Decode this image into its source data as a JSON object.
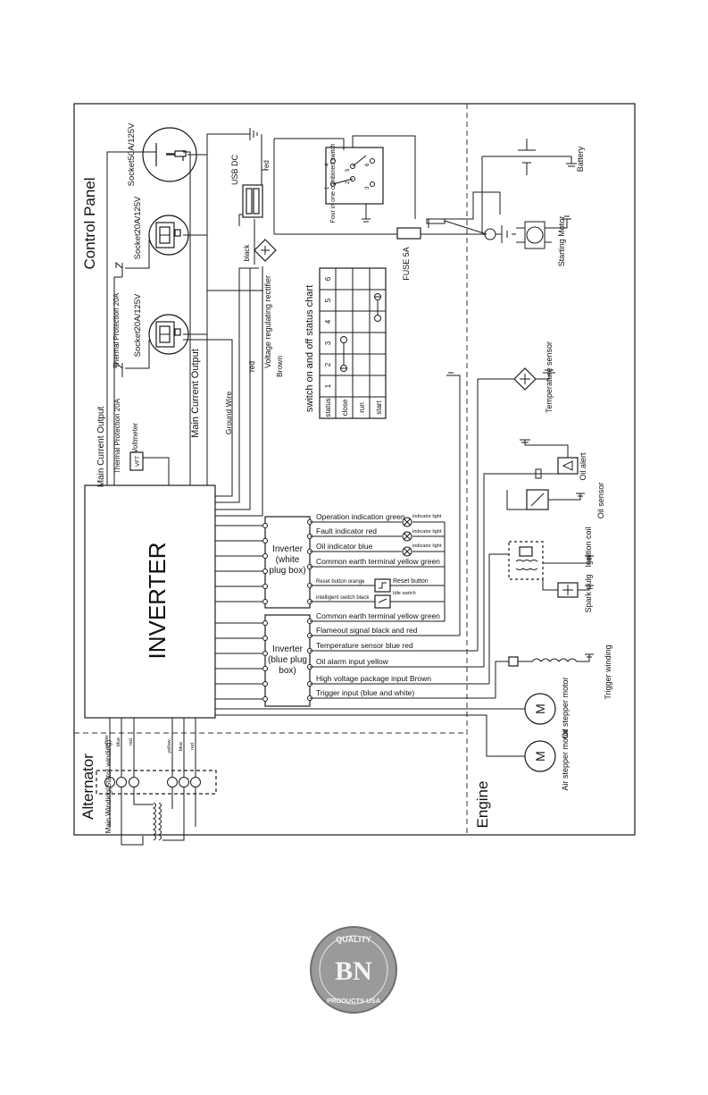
{
  "sections": {
    "control_panel": "Control Panel",
    "alternator": "Alternator",
    "engine": "Engine"
  },
  "inverter": {
    "title": "INVERTER",
    "white_box": [
      "Inverter",
      "(white",
      "plug box)"
    ],
    "blue_box": [
      "Inverter",
      "(blue plug",
      "box)"
    ]
  },
  "white_plug_signals": [
    "Operation indication green",
    "Fault indicator red",
    "Oil indicator blue",
    "Common earth terminal yellow green",
    "Reset button orange",
    "intelligent switch black"
  ],
  "blue_plug_signals": [
    "Common earth terminal yellow green",
    "Flameout signal black and red",
    "Temperature sensor blue red",
    "Oil alarm input yellow",
    "High voltage package input Brown",
    "Trigger input (blue and white)"
  ],
  "indicator_light": "indicator light",
  "reset_button": "Reset button",
  "idle_switch": "Idle switch",
  "control_panel": {
    "socket50": "Socket50A/125V",
    "socket20_top": "Socket20A/125V",
    "socket20_bottom": "Socket20A/125V",
    "thermal_top": "Thermal Protection 20A",
    "thermal_bottom": "Thermal Protection 20A",
    "main_output_1": "Main Current Output",
    "main_output_2": "Main Current Output",
    "vft": "VFT",
    "voltmeter": "Voltmeter",
    "ground_wire": "Ground Wire",
    "usb_dc": "USB DC",
    "red": "red",
    "black": "black",
    "brown": "Brown",
    "rectifier": "Voltage regulating rectifier",
    "combined_switch": "Four in one combined switch",
    "fuse": "FUSE 5A",
    "battery": "Battery",
    "starting_motor": "Starting Motor",
    "switch_pins": [
      "1",
      "2",
      "3",
      "4",
      "5",
      "6"
    ]
  },
  "status_chart": {
    "title": "switch on and off status chart",
    "columns": [
      "status",
      "1",
      "2",
      "3",
      "4",
      "5",
      "6"
    ],
    "rows": [
      "close",
      "run",
      "start"
    ]
  },
  "alternator": {
    "winding": "Main Winding(Stator winding)",
    "wire_labels": [
      "yellow",
      "blue",
      "red",
      "yellow",
      "blue",
      "red"
    ]
  },
  "engine": {
    "temperature_sensor": "Temperature sensor",
    "oil_alert": "Oil alert",
    "oil_sensor": "Oil sensor",
    "ignition_coil": "Ignition coil",
    "spark_plug": "Spark pulg",
    "trigger_winding": "Trigger winding",
    "oil_stepper": "Oil stepper motor",
    "air_stepper": "Air stepper motor",
    "motor_symbol": "M"
  },
  "logo": {
    "top": "QUALITY",
    "monogram": "BN",
    "bottom": "PRODUCTS USA"
  }
}
